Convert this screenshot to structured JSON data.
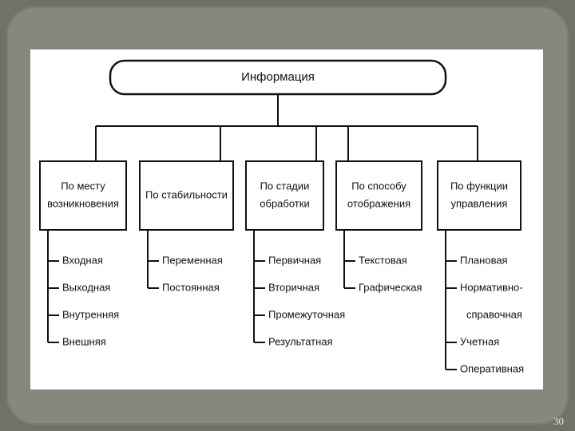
{
  "root": {
    "label": "Информация"
  },
  "categories": [
    {
      "title": [
        "По месту",
        "возникновения"
      ],
      "items": [
        "Входная",
        "Выходная",
        "Внутренняя",
        "Внешняя"
      ]
    },
    {
      "title": [
        "По стабильности"
      ],
      "items": [
        "Переменная",
        "Постоянная"
      ]
    },
    {
      "title": [
        "По стадии",
        "обработки"
      ],
      "items": [
        "Первичная",
        "Вторичная",
        "Промежуточная",
        "Результатная"
      ]
    },
    {
      "title": [
        "По способу",
        "отображения"
      ],
      "items": [
        "Текстовая",
        "Графическая"
      ]
    },
    {
      "title": [
        "По функции",
        "управления"
      ],
      "items": [
        "Плановая",
        "Нормативно-",
        "справочная",
        "Учетная",
        "Оперативная"
      ]
    }
  ],
  "slide": {
    "number": "30"
  }
}
